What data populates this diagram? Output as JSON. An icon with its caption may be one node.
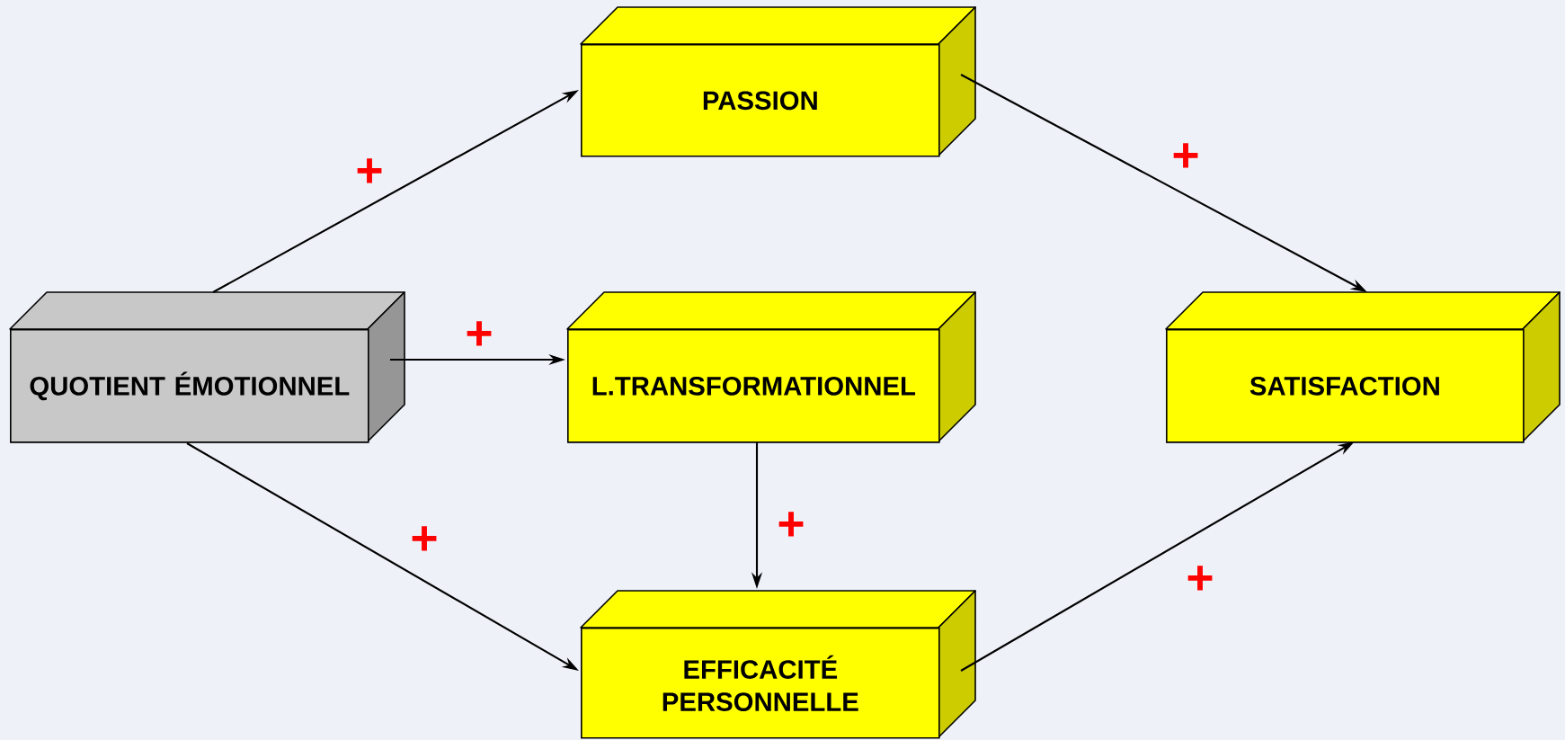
{
  "diagram": {
    "nodes": [
      {
        "text": [
          "QUOTIENT ÉMOTIONNEL"
        ]
      },
      {
        "text": [
          "PASSION"
        ]
      },
      {
        "text": [
          "L.TRANSFORMATIONNEL"
        ]
      },
      {
        "text": [
          "SATISFACTION"
        ]
      },
      {
        "text": [
          "EFFICACITÉ PERSONNELLE"
        ]
      }
    ],
    "edges": [
      {
        "from": 0,
        "to": 1,
        "arrow": "to",
        "label": "+"
      },
      {
        "from": 0,
        "to": 2,
        "arrow": "to",
        "label": "+"
      },
      {
        "from": 0,
        "to": 4,
        "arrow": "to",
        "label": "+"
      },
      {
        "from": 2,
        "to": 4,
        "arrow": "to",
        "label": "+"
      },
      {
        "from": 1,
        "to": 3,
        "arrow": "to",
        "label": "+"
      },
      {
        "from": 4,
        "to": 3,
        "arrow": "to",
        "label": "+"
      }
    ]
  }
}
